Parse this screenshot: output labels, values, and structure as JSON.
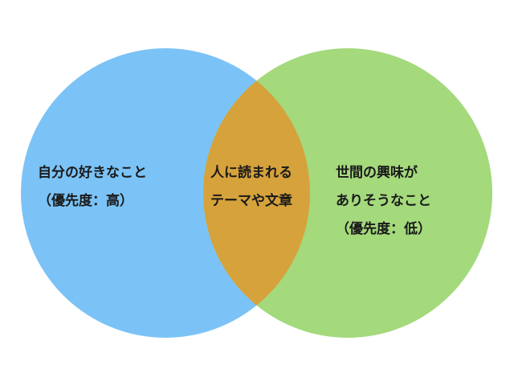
{
  "colors": {
    "left": "#7bc3f6",
    "right": "#a4d97c",
    "overlap": "#d6a23b"
  },
  "left": {
    "lines": [
      "自分の好きなこと",
      "（優先度：高）"
    ]
  },
  "center": {
    "lines": [
      "人に読まれる",
      "テーマや文章"
    ]
  },
  "right": {
    "lines": [
      "世間の興味が",
      "ありそうなこと",
      "（優先度：低）"
    ]
  }
}
